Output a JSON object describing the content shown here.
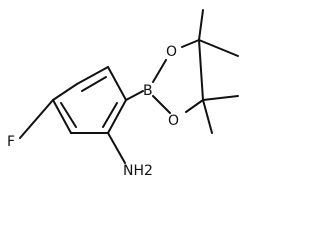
{
  "structure": {
    "atoms": {
      "fluorine": "F",
      "boron": "B",
      "oxygen_upper": "O",
      "oxygen_lower": "O",
      "amine": "NH2"
    },
    "colors": {
      "ink": "#111111",
      "background": "#ffffff"
    }
  }
}
